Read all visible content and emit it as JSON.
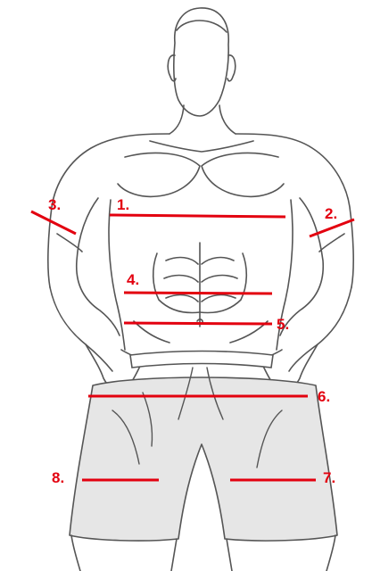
{
  "colors": {
    "background": "#ffffff",
    "outline": "#555555",
    "shorts_fill": "#e6e6e6",
    "measure": "#e3000f"
  },
  "markers": [
    {
      "id": "m1",
      "label": "1."
    },
    {
      "id": "m2",
      "label": "2."
    },
    {
      "id": "m3",
      "label": "3."
    },
    {
      "id": "m4",
      "label": "4."
    },
    {
      "id": "m5",
      "label": "5."
    },
    {
      "id": "m6",
      "label": "6."
    },
    {
      "id": "m7",
      "label": "7."
    },
    {
      "id": "m8",
      "label": "8."
    }
  ]
}
